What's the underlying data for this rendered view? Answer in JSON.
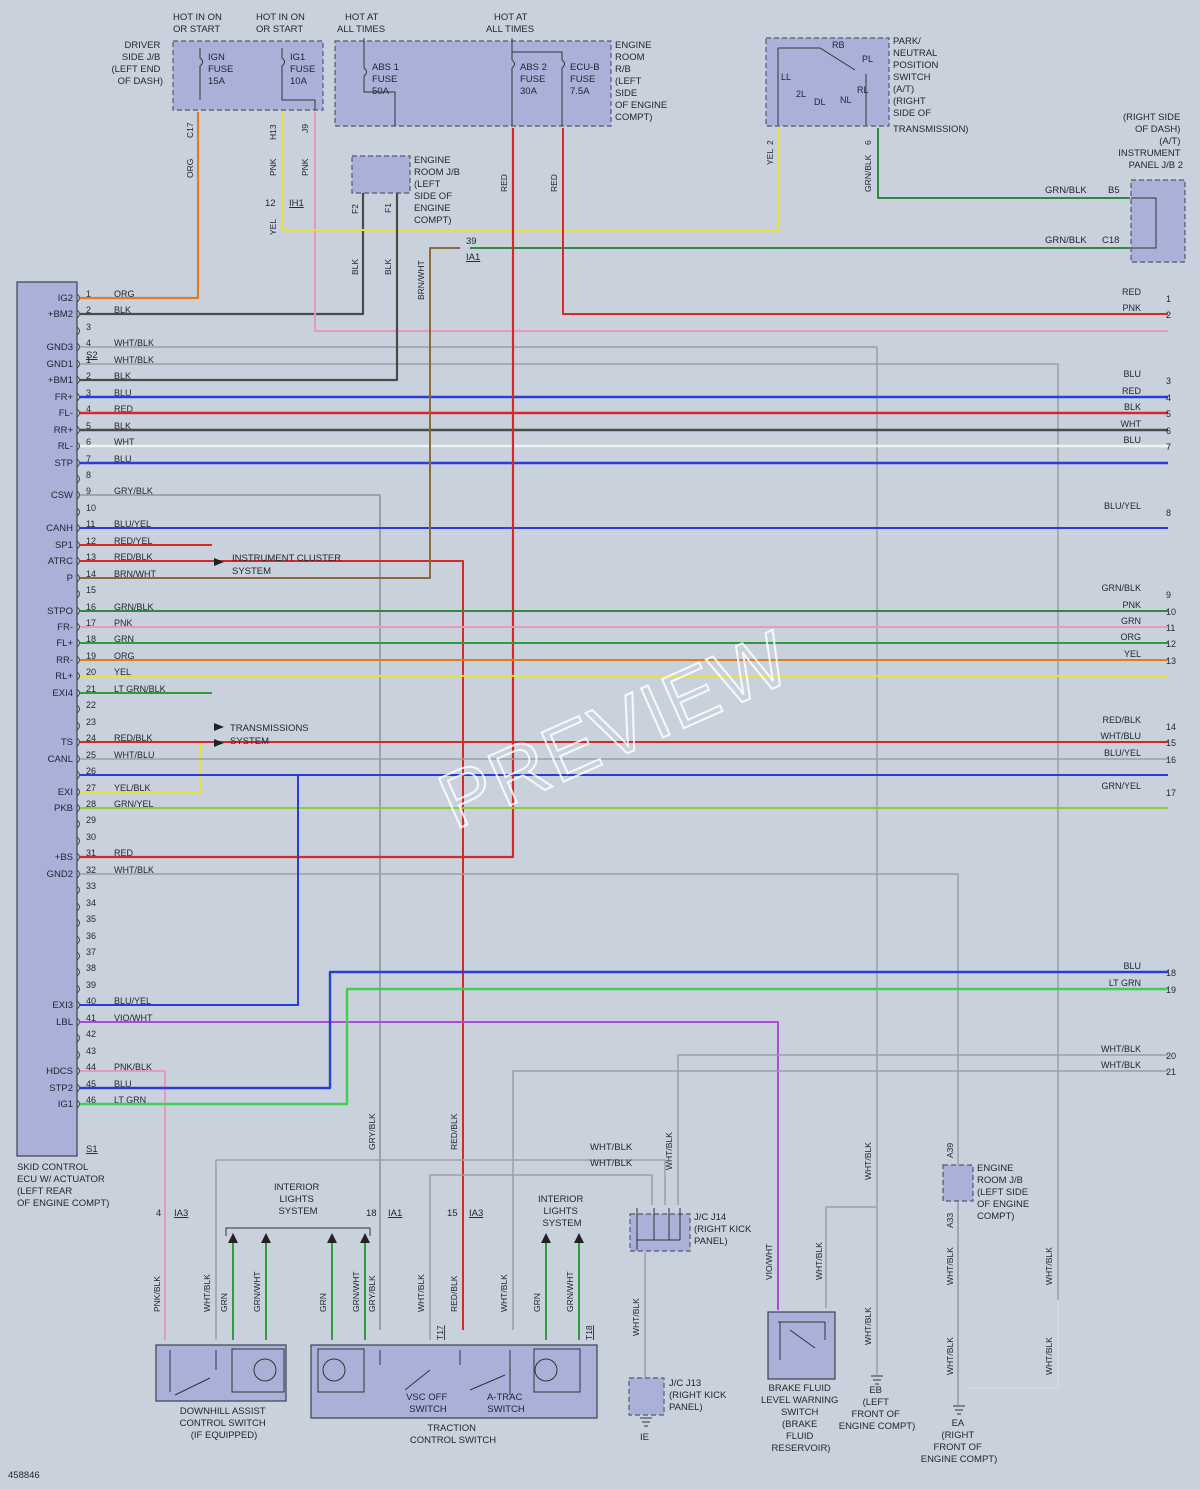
{
  "diagram_id": "458846",
  "watermark": "PREVIEW",
  "ecu": {
    "name_lines": [
      "SKID CONTROL",
      "ECU W/ ACTUATOR",
      "(LEFT REAR",
      "OF ENGINE COMPT)"
    ],
    "connector_s2": "S2",
    "connector_s1": "S1",
    "pins": [
      {
        "label": "IG2",
        "num": "1",
        "wire": "ORG"
      },
      {
        "label": "+BM2",
        "num": "2",
        "wire": "BLK"
      },
      {
        "label": "",
        "num": "3",
        "wire": ""
      },
      {
        "label": "GND3",
        "num": "4",
        "wire": "WHT/BLK"
      },
      {
        "label": "GND1",
        "num": "1",
        "wire": "WHT/BLK"
      },
      {
        "label": "+BM1",
        "num": "2",
        "wire": "BLK"
      },
      {
        "label": "FR+",
        "num": "3",
        "wire": "BLU"
      },
      {
        "label": "FL-",
        "num": "4",
        "wire": "RED"
      },
      {
        "label": "RR+",
        "num": "5",
        "wire": "BLK"
      },
      {
        "label": "RL-",
        "num": "6",
        "wire": "WHT"
      },
      {
        "label": "STP",
        "num": "7",
        "wire": "BLU"
      },
      {
        "label": "",
        "num": "8",
        "wire": ""
      },
      {
        "label": "CSW",
        "num": "9",
        "wire": "GRY/BLK"
      },
      {
        "label": "",
        "num": "10",
        "wire": ""
      },
      {
        "label": "CANH",
        "num": "11",
        "wire": "BLU/YEL"
      },
      {
        "label": "SP1",
        "num": "12",
        "wire": "RED/YEL"
      },
      {
        "label": "ATRC",
        "num": "13",
        "wire": "RED/BLK"
      },
      {
        "label": "P",
        "num": "14",
        "wire": "BRN/WHT"
      },
      {
        "label": "",
        "num": "15",
        "wire": ""
      },
      {
        "label": "STPO",
        "num": "16",
        "wire": "GRN/BLK"
      },
      {
        "label": "FR-",
        "num": "17",
        "wire": "PNK"
      },
      {
        "label": "FL+",
        "num": "18",
        "wire": "GRN"
      },
      {
        "label": "RR-",
        "num": "19",
        "wire": "ORG"
      },
      {
        "label": "RL+",
        "num": "20",
        "wire": "YEL"
      },
      {
        "label": "EXI4",
        "num": "21",
        "wire": "LT GRN/BLK"
      },
      {
        "label": "",
        "num": "22",
        "wire": ""
      },
      {
        "label": "",
        "num": "23",
        "wire": ""
      },
      {
        "label": "TS",
        "num": "24",
        "wire": "RED/BLK"
      },
      {
        "label": "CANL",
        "num": "25",
        "wire": "WHT/BLU"
      },
      {
        "label": "",
        "num": "26",
        "wire": ""
      },
      {
        "label": "EXI",
        "num": "27",
        "wire": "YEL/BLK"
      },
      {
        "label": "PKB",
        "num": "28",
        "wire": "GRN/YEL"
      },
      {
        "label": "",
        "num": "29",
        "wire": ""
      },
      {
        "label": "",
        "num": "30",
        "wire": ""
      },
      {
        "label": "+BS",
        "num": "31",
        "wire": "RED"
      },
      {
        "label": "GND2",
        "num": "32",
        "wire": "WHT/BLK"
      },
      {
        "label": "",
        "num": "33",
        "wire": ""
      },
      {
        "label": "",
        "num": "34",
        "wire": ""
      },
      {
        "label": "",
        "num": "35",
        "wire": ""
      },
      {
        "label": "",
        "num": "36",
        "wire": ""
      },
      {
        "label": "",
        "num": "37",
        "wire": ""
      },
      {
        "label": "",
        "num": "38",
        "wire": ""
      },
      {
        "label": "",
        "num": "39",
        "wire": ""
      },
      {
        "label": "EXI3",
        "num": "40",
        "wire": "BLU/YEL"
      },
      {
        "label": "LBL",
        "num": "41",
        "wire": "VIO/WHT"
      },
      {
        "label": "",
        "num": "42",
        "wire": ""
      },
      {
        "label": "",
        "num": "43",
        "wire": ""
      },
      {
        "label": "HDCS",
        "num": "44",
        "wire": "PNK/BLK"
      },
      {
        "label": "STP2",
        "num": "45",
        "wire": "BLU"
      },
      {
        "label": "IG1",
        "num": "46",
        "wire": "LT GRN"
      }
    ]
  },
  "right_terminals": [
    {
      "row": 1,
      "color": "RED",
      "num": "1"
    },
    {
      "row": 2,
      "color": "PNK",
      "num": "2"
    },
    {
      "row": 6,
      "color": "BLU",
      "num": "3"
    },
    {
      "row": 7,
      "color": "RED",
      "num": "4"
    },
    {
      "row": 8,
      "color": "BLK",
      "num": "5"
    },
    {
      "row": 9,
      "color": "WHT",
      "num": "6"
    },
    {
      "row": 10,
      "color": "BLU",
      "num": "7"
    },
    {
      "row": 14,
      "color": "BLU/YEL",
      "num": "8"
    },
    {
      "row": 19,
      "color": "GRN/BLK",
      "num": "9"
    },
    {
      "row": 20,
      "color": "PNK",
      "num": "10"
    },
    {
      "row": 21,
      "color": "GRN",
      "num": "11"
    },
    {
      "row": 22,
      "color": "ORG",
      "num": "12"
    },
    {
      "row": 23,
      "color": "YEL",
      "num": "13"
    },
    {
      "row": 27,
      "color": "RED/BLK",
      "num": "14"
    },
    {
      "row": 28,
      "color": "WHT/BLU",
      "num": "15"
    },
    {
      "row": 29,
      "color": "BLU/YEL",
      "num": "16"
    },
    {
      "row": 31,
      "color": "GRN/YEL",
      "num": "17"
    },
    {
      "row": 42,
      "color": "BLU",
      "num": "18"
    },
    {
      "row": 43,
      "color": "LT GRN",
      "num": "19"
    },
    {
      "row": 47,
      "color": "WHT/BLK",
      "num": "20"
    },
    {
      "row": 48,
      "color": "WHT/BLK",
      "num": "21"
    }
  ],
  "fuse_blocks": {
    "driver_jb": {
      "name_lines": [
        "DRIVER",
        "SIDE J/B",
        "(LEFT END",
        "OF DASH)"
      ],
      "fuse1_header": [
        "HOT IN ON",
        "OR START"
      ],
      "fuse1": [
        "IGN",
        "FUSE",
        "15A"
      ],
      "fuse2_header": [
        "HOT IN ON",
        "OR START"
      ],
      "fuse2": [
        "IG1",
        "FUSE",
        "10A"
      ],
      "pins": [
        "C17",
        "H13",
        "J9"
      ]
    },
    "engine_rb": {
      "name_lines": [
        "ENGINE",
        "ROOM",
        "R/B",
        "(LEFT",
        "SIDE",
        "OF ENGINE",
        "COMPT)"
      ],
      "hdr1": [
        "HOT AT",
        "ALL TIMES"
      ],
      "hdr2": [
        "HOT AT",
        "ALL TIMES"
      ],
      "fuse1": [
        "ABS 1",
        "FUSE",
        "50A"
      ],
      "fuse2": [
        "ABS 2",
        "FUSE",
        "30A"
      ],
      "fuse3": [
        "ECU-B",
        "FUSE",
        "7.5A"
      ]
    },
    "engine_jb": {
      "name_lines": [
        "ENGINE",
        "ROOM J/B",
        "(LEFT",
        "SIDE OF",
        "ENGINE",
        "COMPT)"
      ],
      "pins": [
        "F2",
        "F1"
      ]
    },
    "park_switch": {
      "name_lines": [
        "PARK/",
        "NEUTRAL",
        "POSITION",
        "SWITCH",
        "(A/T)",
        "(RIGHT",
        "SIDE OF",
        "TRANSMISSION)"
      ],
      "positions": [
        "RB",
        "PL",
        "LL",
        "2L",
        "DL",
        "NL",
        "RL"
      ],
      "pins": [
        "2",
        "6"
      ]
    },
    "ip_jb2": {
      "name_lines": [
        "(RIGHT SIDE",
        "OF DASH)",
        "(A/T)",
        "INSTRUMENT",
        "PANEL J/B 2"
      ],
      "pins": [
        "B5",
        "C18"
      ]
    },
    "engine_jb_right": {
      "name_lines": [
        "ENGINE",
        "ROOM J/B",
        "(LEFT SIDE",
        "OF ENGINE",
        "COMPT)"
      ],
      "pins": [
        "A39",
        "A33"
      ]
    }
  },
  "wire_labels": {
    "org": "ORG",
    "pnk": "PNK",
    "yel": "YEL",
    "blk": "BLK",
    "brnwht": "BRN/WHT",
    "red": "RED",
    "grnblk": "GRN/BLK",
    "grywht": "GRY/BLK",
    "redblk": "RED/BLK",
    "whtblk": "WHT/BLK",
    "viowht": "VIO/WHT",
    "grn": "GRN",
    "grnwht": "GRN/WHT",
    "pnkblk": "PNK/BLK"
  },
  "connectors": {
    "ih1_num": "12",
    "ih1": "IH1",
    "ia1_top_num": "39",
    "ia1_top": "IA1",
    "ia3_left_num": "4",
    "ia3_left": "IA3",
    "ia1_mid_num": "18",
    "ia1_mid": "IA1",
    "ia3_mid_num": "15",
    "ia3_mid": "IA3",
    "t17": "T17",
    "t18": "T18"
  },
  "callouts": {
    "instrument": [
      "INSTRUMENT CLUSTER",
      "SYSTEM"
    ],
    "transmission": [
      "TRANSMISSIONS",
      "SYSTEM"
    ],
    "interior1": [
      "INTERIOR",
      "LIGHTS",
      "SYSTEM"
    ],
    "interior2": [
      "INTERIOR",
      "LIGHTS",
      "SYSTEM"
    ]
  },
  "components": {
    "downhill": [
      "DOWNHILL ASSIST",
      "CONTROL SWITCH",
      "(IF EQUIPPED)"
    ],
    "traction": [
      "TRACTION",
      "CONTROL SWITCH"
    ],
    "vsc": [
      "VSC OFF",
      "SWITCH"
    ],
    "atrac": [
      "A-TRAC",
      "SWITCH"
    ],
    "jc14": [
      "J/C J14",
      "(RIGHT KICK",
      "PANEL)"
    ],
    "jc13": [
      "J/C J13",
      "(RIGHT KICK",
      "PANEL)"
    ],
    "brake": [
      "BRAKE FLUID",
      "LEVEL WARNING",
      "SWITCH",
      "(BRAKE",
      "FLUID",
      "RESERVOIR)"
    ],
    "ground_ie": "IE",
    "ground_eb": [
      "EB",
      "(LEFT",
      "FRONT OF",
      "ENGINE COMPT)"
    ],
    "ground_ea": [
      "EA",
      "(RIGHT",
      "FRONT OF",
      "ENGINE COMPT)"
    ]
  },
  "colors": {
    "ORG": "#e07d22",
    "BLK": "#4a4a4a",
    "WHTBLK": "#9aa0a8",
    "BLU": "#2a3ed6",
    "RED": "#d62828",
    "WHT": "#eef0f4",
    "GRN": "#2f9e3a",
    "PNK": "#e89bb8",
    "YEL": "#e6e23a",
    "VIO": "#b04ad6",
    "BRN": "#8a6a3a",
    "LTGRN": "#3fcf55",
    "GRY": "#8f959c",
    "GRNYEL": "#8fce2a",
    "GRNBLK": "#2e8a3f"
  }
}
